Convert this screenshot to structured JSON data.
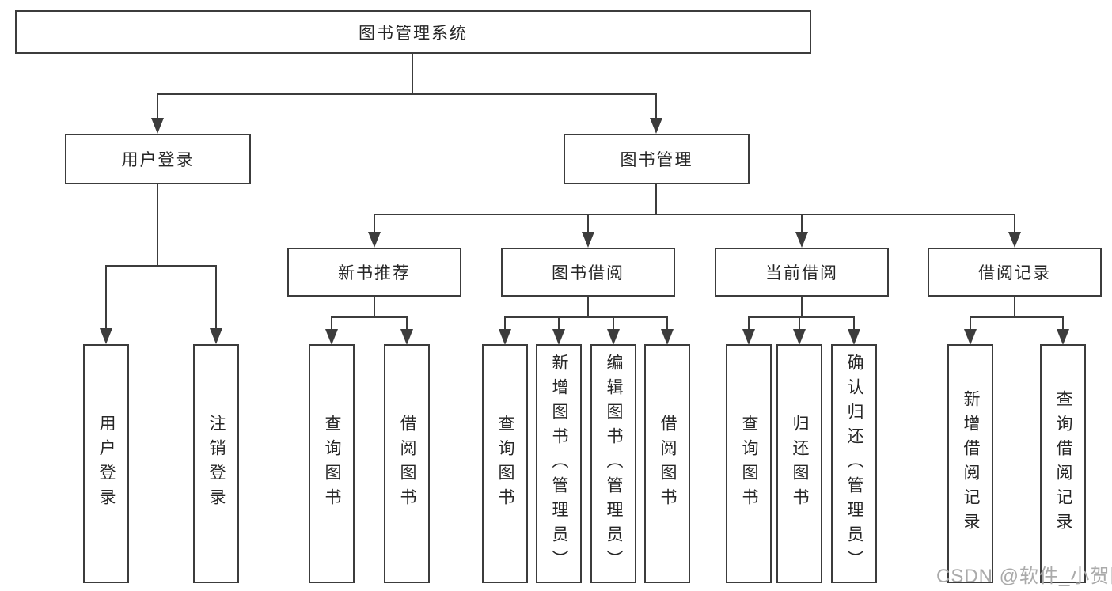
{
  "tree": {
    "root": "图书管理系统",
    "branches": [
      {
        "label": "用户登录",
        "children": [
          "用户登录",
          "注销登录"
        ]
      },
      {
        "label": "图书管理",
        "children": [
          {
            "label": "新书推荐",
            "children": [
              "查询图书",
              "借阅图书"
            ]
          },
          {
            "label": "图书借阅",
            "children": [
              "查询图书",
              "新增图书（管理员）",
              "编辑图书（管理员）",
              "借阅图书"
            ]
          },
          {
            "label": "当前借阅",
            "children": [
              "查询图书",
              "归还图书",
              "确认归还（管理员）"
            ]
          },
          {
            "label": "借阅记录",
            "children": [
              "新增借阅记录",
              "查询借阅记录"
            ]
          }
        ]
      }
    ]
  },
  "watermark": {
    "text": "CSDN @软件_小贺同学"
  },
  "colors": {
    "line": "#3c3c3c",
    "box_border": "#3c3c3c",
    "text": "#262626",
    "background": "#ffffff",
    "watermark": "#aaaaaa"
  }
}
